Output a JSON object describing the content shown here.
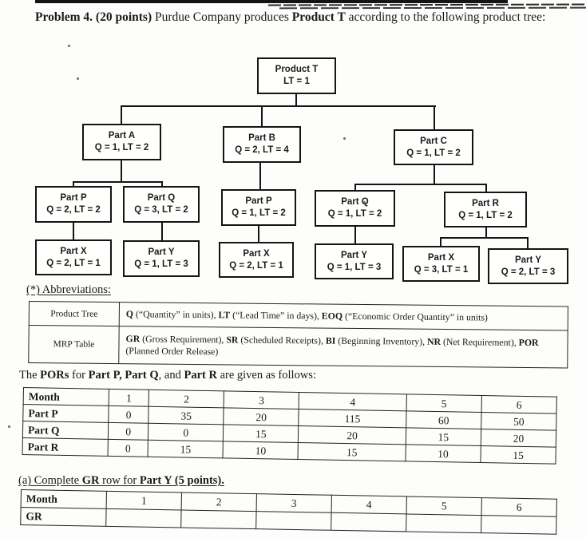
{
  "statement": {
    "bold1": "Problem 4. (20 points)",
    "text1": " Purdue Company produces ",
    "bold2": "Product T",
    "text2": " according to the following product tree:"
  },
  "tree": {
    "nodes": [
      {
        "title": "Product T",
        "sub": "LT = 1"
      },
      {
        "title": "Part A",
        "sub": "Q = 1, LT = 2"
      },
      {
        "title": "Part B",
        "sub": "Q = 2, LT = 4"
      },
      {
        "title": "Part C",
        "sub": "Q = 1, LT = 2"
      },
      {
        "title": "Part P",
        "sub": "Q = 2, LT = 2"
      },
      {
        "title": "Part Q",
        "sub": "Q = 3, LT = 2"
      },
      {
        "title": "Part P",
        "sub": "Q = 1, LT = 2"
      },
      {
        "title": "Part Q",
        "sub": "Q = 1, LT = 2"
      },
      {
        "title": "Part R",
        "sub": "Q = 1, LT = 2"
      },
      {
        "title": "Part X",
        "sub": "Q = 2, LT = 1"
      },
      {
        "title": "Part Y",
        "sub": "Q = 1, LT = 3"
      },
      {
        "title": "Part X",
        "sub": "Q = 2, LT = 1"
      },
      {
        "title": "Part Y",
        "sub": "Q = 1, LT = 3"
      },
      {
        "title": "Part X",
        "sub": "Q = 3, LT = 1"
      },
      {
        "title": "Part Y",
        "sub": "Q = 2, LT = 3"
      }
    ]
  },
  "abbr": {
    "heading": "(*) Abbreviations:",
    "row1_label": "Product Tree",
    "r1b1": "Q",
    "r1t1": " (“Quantity” in units), ",
    "r1b2": "LT",
    "r1t2": " (“Lead Time” in days), ",
    "r1b3": "EOQ",
    "r1t3": " (“Economic Order Quantity” in units)",
    "row2_label": "MRP Table",
    "r2b1": "GR",
    "r2t1": " (Gross Requirement), ",
    "r2b2": "SR",
    "r2t2": " (Scheduled Receipts), ",
    "r2b3": "BI",
    "r2t3": " (Beginning Inventory), ",
    "r2b4": "NR",
    "r2t4": " (Net Requirement), ",
    "r2b5": "POR",
    "r2t5": " (Planned Order Release)"
  },
  "por": {
    "intro": {
      "t1": "The ",
      "b1": "PORs",
      "t2": " for ",
      "b2": "Part P, Part Q",
      "t3": ", and ",
      "b3": "Part R",
      "t4": " are given as follows:"
    },
    "table": {
      "rows": [
        [
          "Month",
          "1",
          "2",
          "3",
          "4",
          "5",
          "6"
        ],
        [
          "Part P",
          "0",
          "35",
          "20",
          "115",
          "60",
          "50"
        ],
        [
          "Part Q",
          "0",
          "0",
          "15",
          "20",
          "15",
          "20"
        ],
        [
          "Part R",
          "0",
          "15",
          "10",
          "15",
          "10",
          "15"
        ]
      ]
    }
  },
  "part_a": {
    "line": {
      "t1": "(a) Complete ",
      "b1": "GR",
      "t2": " row for ",
      "b2": "Part Y (5 points)."
    },
    "table": {
      "rows": [
        [
          "Month",
          "1",
          "2",
          "3",
          "4",
          "5",
          "6"
        ],
        [
          "GR",
          "",
          "",
          "",
          "",
          "",
          ""
        ]
      ]
    }
  }
}
